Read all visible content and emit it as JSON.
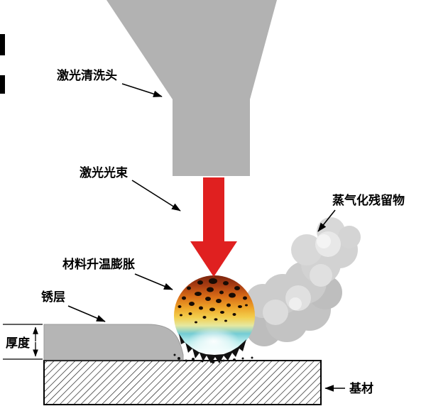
{
  "diagram": {
    "labels": {
      "laser_head": "激光清洗头",
      "laser_beam": "激光光束",
      "vapor_residue": "蒸气化残留物",
      "material_expansion": "材料升温膨胀",
      "rust_layer": "锈层",
      "thickness": "厚度",
      "substrate": "基材"
    },
    "colors": {
      "head_gray": "#b2b2b2",
      "beam_red": "#e02020",
      "smoke_gray": "#cccccc",
      "rust_gray": "#b5b5b5",
      "label_black": "#000000"
    }
  }
}
